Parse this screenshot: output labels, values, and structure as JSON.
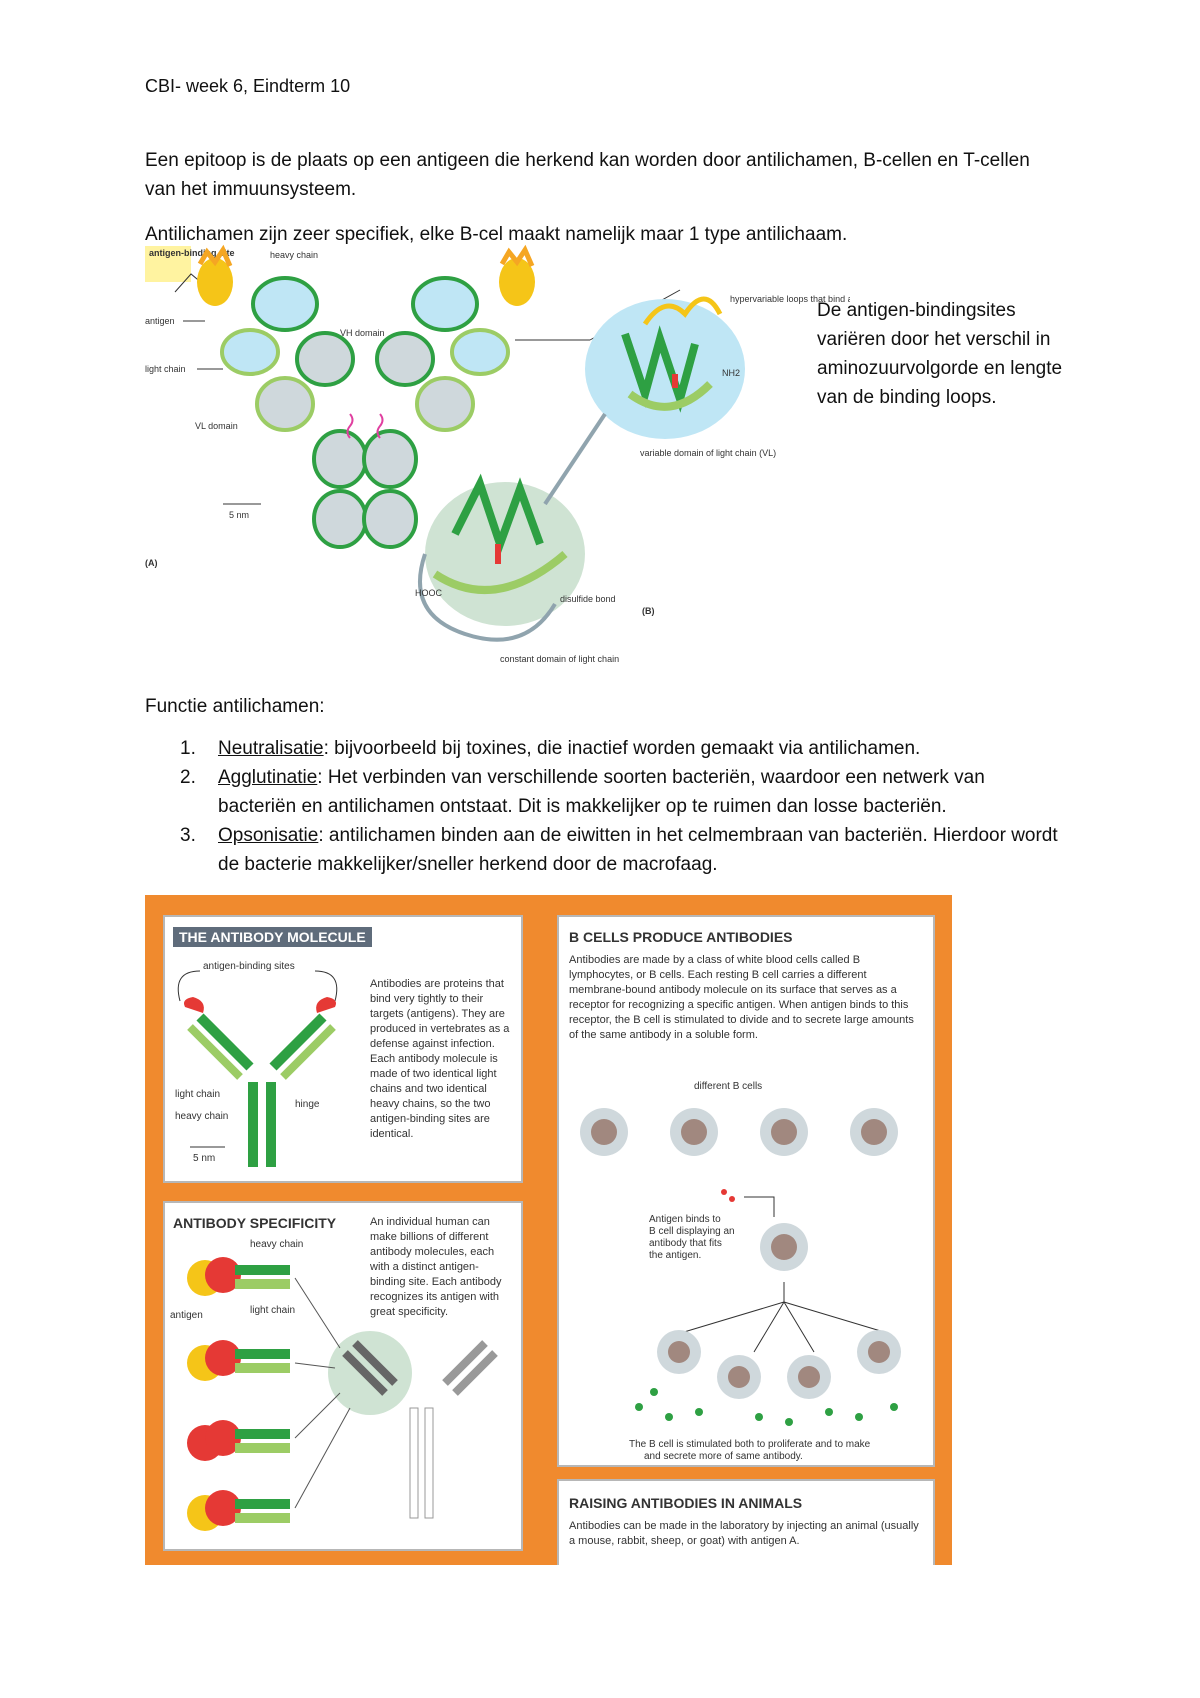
{
  "header": {
    "title": "CBI- week 6, Eindterm 10"
  },
  "intro": {
    "para1": "Een epitoop is de plaats op een antigeen die herkend kan worden door antilichamen, B-cellen en T-cellen van het immuunsysteem.",
    "para2": "Antilichamen zijn zeer specifiek, elke B-cel maakt namelijk maar 1 type antilichaam."
  },
  "side_note": "De antigen-bindingsites variëren door het verschil in aminozuurvolgorde en lengte van de binding loops.",
  "figure_top": {
    "labels": {
      "antigen_binding_site": "antigen-binding site",
      "heavy_chain": "heavy chain",
      "antigen": "antigen",
      "vh_domain": "VH domain",
      "light_chain": "light chain",
      "vl_domain": "VL domain",
      "scale": "5 nm",
      "panel_a": "(A)",
      "hypervariable": "hypervariable loops that bind antigen",
      "nh2": "NH2",
      "variable_domain": "variable domain of light chain (VL)",
      "hooc": "HOOC",
      "disulfide": "disulfide bond",
      "panel_b": "(B)",
      "constant_domain": "constant domain of light chain"
    }
  },
  "functions": {
    "heading": "Functie antilichamen:",
    "items": [
      {
        "num": "1.",
        "term": "Neutralisatie",
        "text": ": bijvoorbeeld bij toxines, die inactief worden gemaakt via antilichamen."
      },
      {
        "num": "2.",
        "term": "Agglutinatie",
        "text": ": Het verbinden van verschillende soorten bacteriën, waardoor een netwerk van bacteriën en antilichamen ontstaat. Dit is makkelijker op te ruimen dan losse bacteriën."
      },
      {
        "num": "3.",
        "term": "Opsonisatie",
        "text": ": antilichamen binden aan de eiwitten in het celmembraan van bacteriën. Hierdoor wordt de bacterie makkelijker/sneller herkend door de macrofaag."
      }
    ]
  },
  "panel": {
    "antibody_molecule": {
      "title": "THE ANTIBODY MOLECULE",
      "antigen_binding_sites": "antigen-binding sites",
      "light_chain": "light chain",
      "heavy_chain": "heavy chain",
      "hinge": "hinge",
      "scale": "5 nm",
      "text": "Antibodies are proteins that bind very tightly to their targets (antigens). They are produced in vertebrates as a defense against infection. Each antibody molecule is made of two identical light chains and two identical heavy chains, so the two antigen-binding sites are identical."
    },
    "antibody_specificity": {
      "title": "ANTIBODY SPECIFICITY",
      "heavy_chain": "heavy chain",
      "light_chain": "light chain",
      "antigen": "antigen",
      "text": "An individual human can make billions of different antibody molecules, each with a distinct antigen-binding site. Each antibody recognizes its antigen with great specificity."
    },
    "b_cells": {
      "title": "B CELLS PRODUCE ANTIBODIES",
      "text": "Antibodies are made by a class of white blood cells called B lymphocytes, or B cells. Each resting B cell carries a different membrane-bound antibody molecule on its surface that serves as a receptor for recognizing a specific antigen. When antigen binds to this receptor, the B cell is stimulated to divide and to secrete large amounts of the same antibody in a soluble form.",
      "different_b_cells": "different B cells",
      "antigen_binds": "Antigen binds to B cell displaying an antibody that fits the antigen.",
      "stimulated": "The B cell is stimulated both to proliferate and to make and secrete more of same antibody."
    },
    "raising": {
      "title": "RAISING ANTIBODIES IN ANIMALS",
      "text": "Antibodies can be made in the laboratory by injecting an animal (usually a mouse, rabbit, sheep, or goat) with antigen A."
    }
  },
  "colors": {
    "panel_orange": "#f08a2e",
    "antibody_green": "#2ea043",
    "light_green": "#9ccc65",
    "antigen_red": "#e53935",
    "antigen_yellow": "#f5c518",
    "domain_blue": "#bfe6f5"
  }
}
